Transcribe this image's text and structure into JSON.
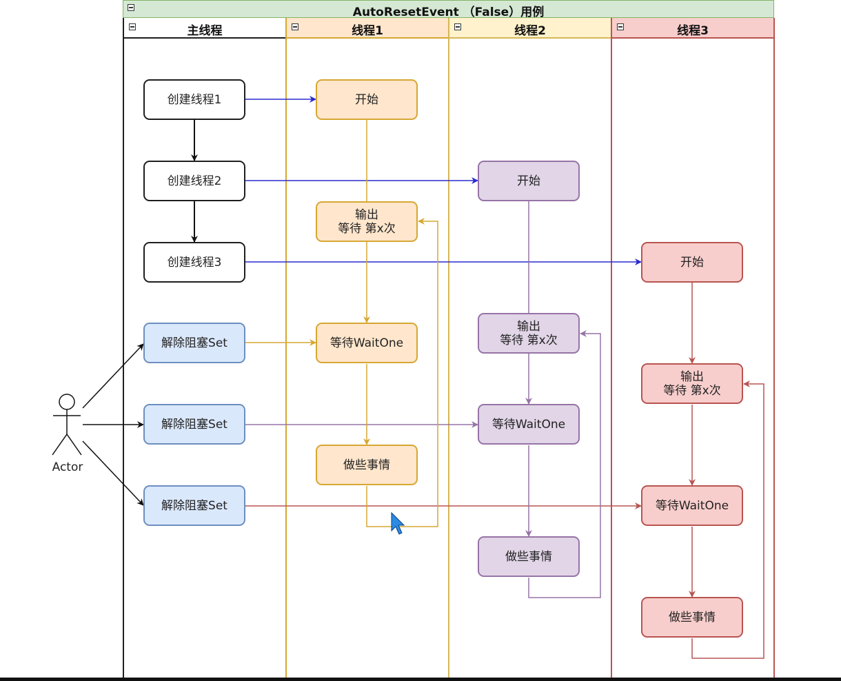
{
  "diagram": {
    "title": "AutoResetEvent （False）用例",
    "lanes": [
      {
        "id": "main",
        "label": "主线程",
        "color": "#1e1e1e",
        "head_bg": "#ffffff"
      },
      {
        "id": "t1",
        "label": "线程1",
        "color": "#d6a732",
        "head_bg": "#ffe6cc"
      },
      {
        "id": "t2",
        "label": "线程2",
        "color": "#d6b656",
        "head_bg": "#fff2cc"
      },
      {
        "id": "t3",
        "label": "线程3",
        "color": "#b85450",
        "head_bg": "#f8cecc"
      }
    ],
    "actor": {
      "label": "Actor"
    },
    "nodes": {
      "create1": "创建线程1",
      "create2": "创建线程2",
      "create3": "创建线程3",
      "set1": "解除阻塞Set",
      "set2": "解除阻塞Set",
      "set3": "解除阻塞Set",
      "t1_start": "开始",
      "t1_output": "输出\n等待 第x次",
      "t1_wait": "等待WaitOne",
      "t1_work": "做些事情",
      "t2_start": "开始",
      "t2_output": "输出\n等待 第x次",
      "t2_wait": "等待WaitOne",
      "t2_work": "做些事情",
      "t3_start": "开始",
      "t3_output": "输出\n等待 第x次",
      "t3_wait": "等待WaitOne",
      "t3_work": "做些事情"
    },
    "colors": {
      "call_arrow": "#2a2ad0",
      "main_arrow": "#111111",
      "t1_flow": "#d6a732",
      "t2_flow": "#9673a6",
      "t3_flow": "#b85450"
    }
  }
}
